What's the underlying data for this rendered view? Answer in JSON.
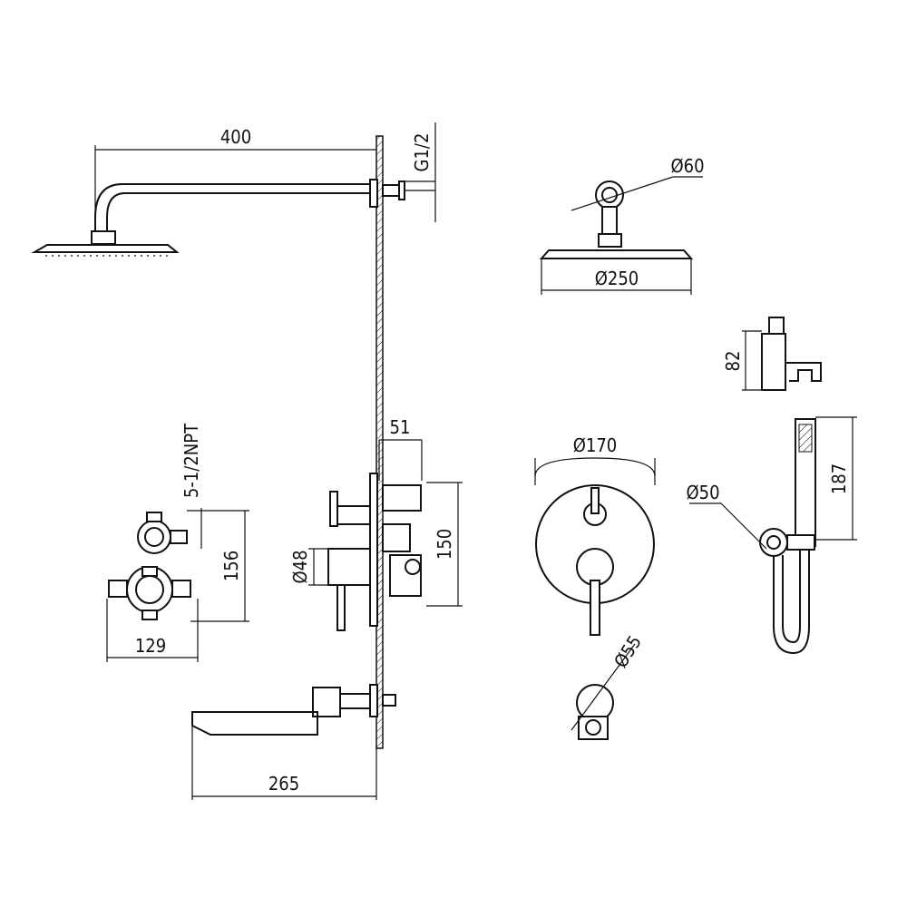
{
  "drawing": {
    "dimensions": {
      "arm_length": "400",
      "thread": "G1/2",
      "arm_flange_dia": "Ø60",
      "head_dia": "Ø250",
      "holder_height": "82",
      "valve_depth": "51",
      "rough_in_thread": "5-1/2NPT",
      "rough_in_height": "156",
      "rough_in_width": "129",
      "valve_height": "150",
      "handle_dia": "Ø48",
      "plate_dia": "Ø170",
      "outlet_dia": "Ø50",
      "handshower_length": "187",
      "spout_flange_dia": "Ø55",
      "spout_length": "265"
    }
  }
}
